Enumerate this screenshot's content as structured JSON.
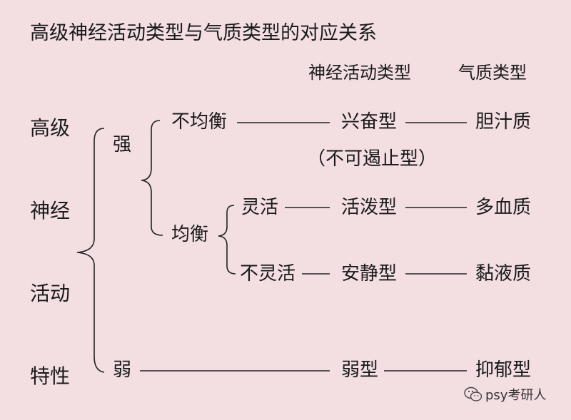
{
  "title": "高级神经活动类型与气质类型的对应关系",
  "headers": {
    "activity_type": "神经活动类型",
    "temperament": "气质类型"
  },
  "side_label": [
    "高级",
    "神经",
    "活动",
    "特性"
  ],
  "branches": {
    "strong": "强",
    "weak": "弱",
    "unbalanced": "不均衡",
    "balanced": "均衡",
    "flexible": "灵活",
    "inflexible": "不灵活"
  },
  "rows": [
    {
      "activity": "兴奋型",
      "note": "（不可遏止型）",
      "temperament": "胆汁质"
    },
    {
      "activity": "活泼型",
      "temperament": "多血质"
    },
    {
      "activity": "安静型",
      "temperament": "黏液质"
    },
    {
      "activity": "弱型",
      "temperament": "抑郁型"
    }
  ],
  "watermark": {
    "icon": "wechat-icon",
    "text": "psy考研人"
  }
}
